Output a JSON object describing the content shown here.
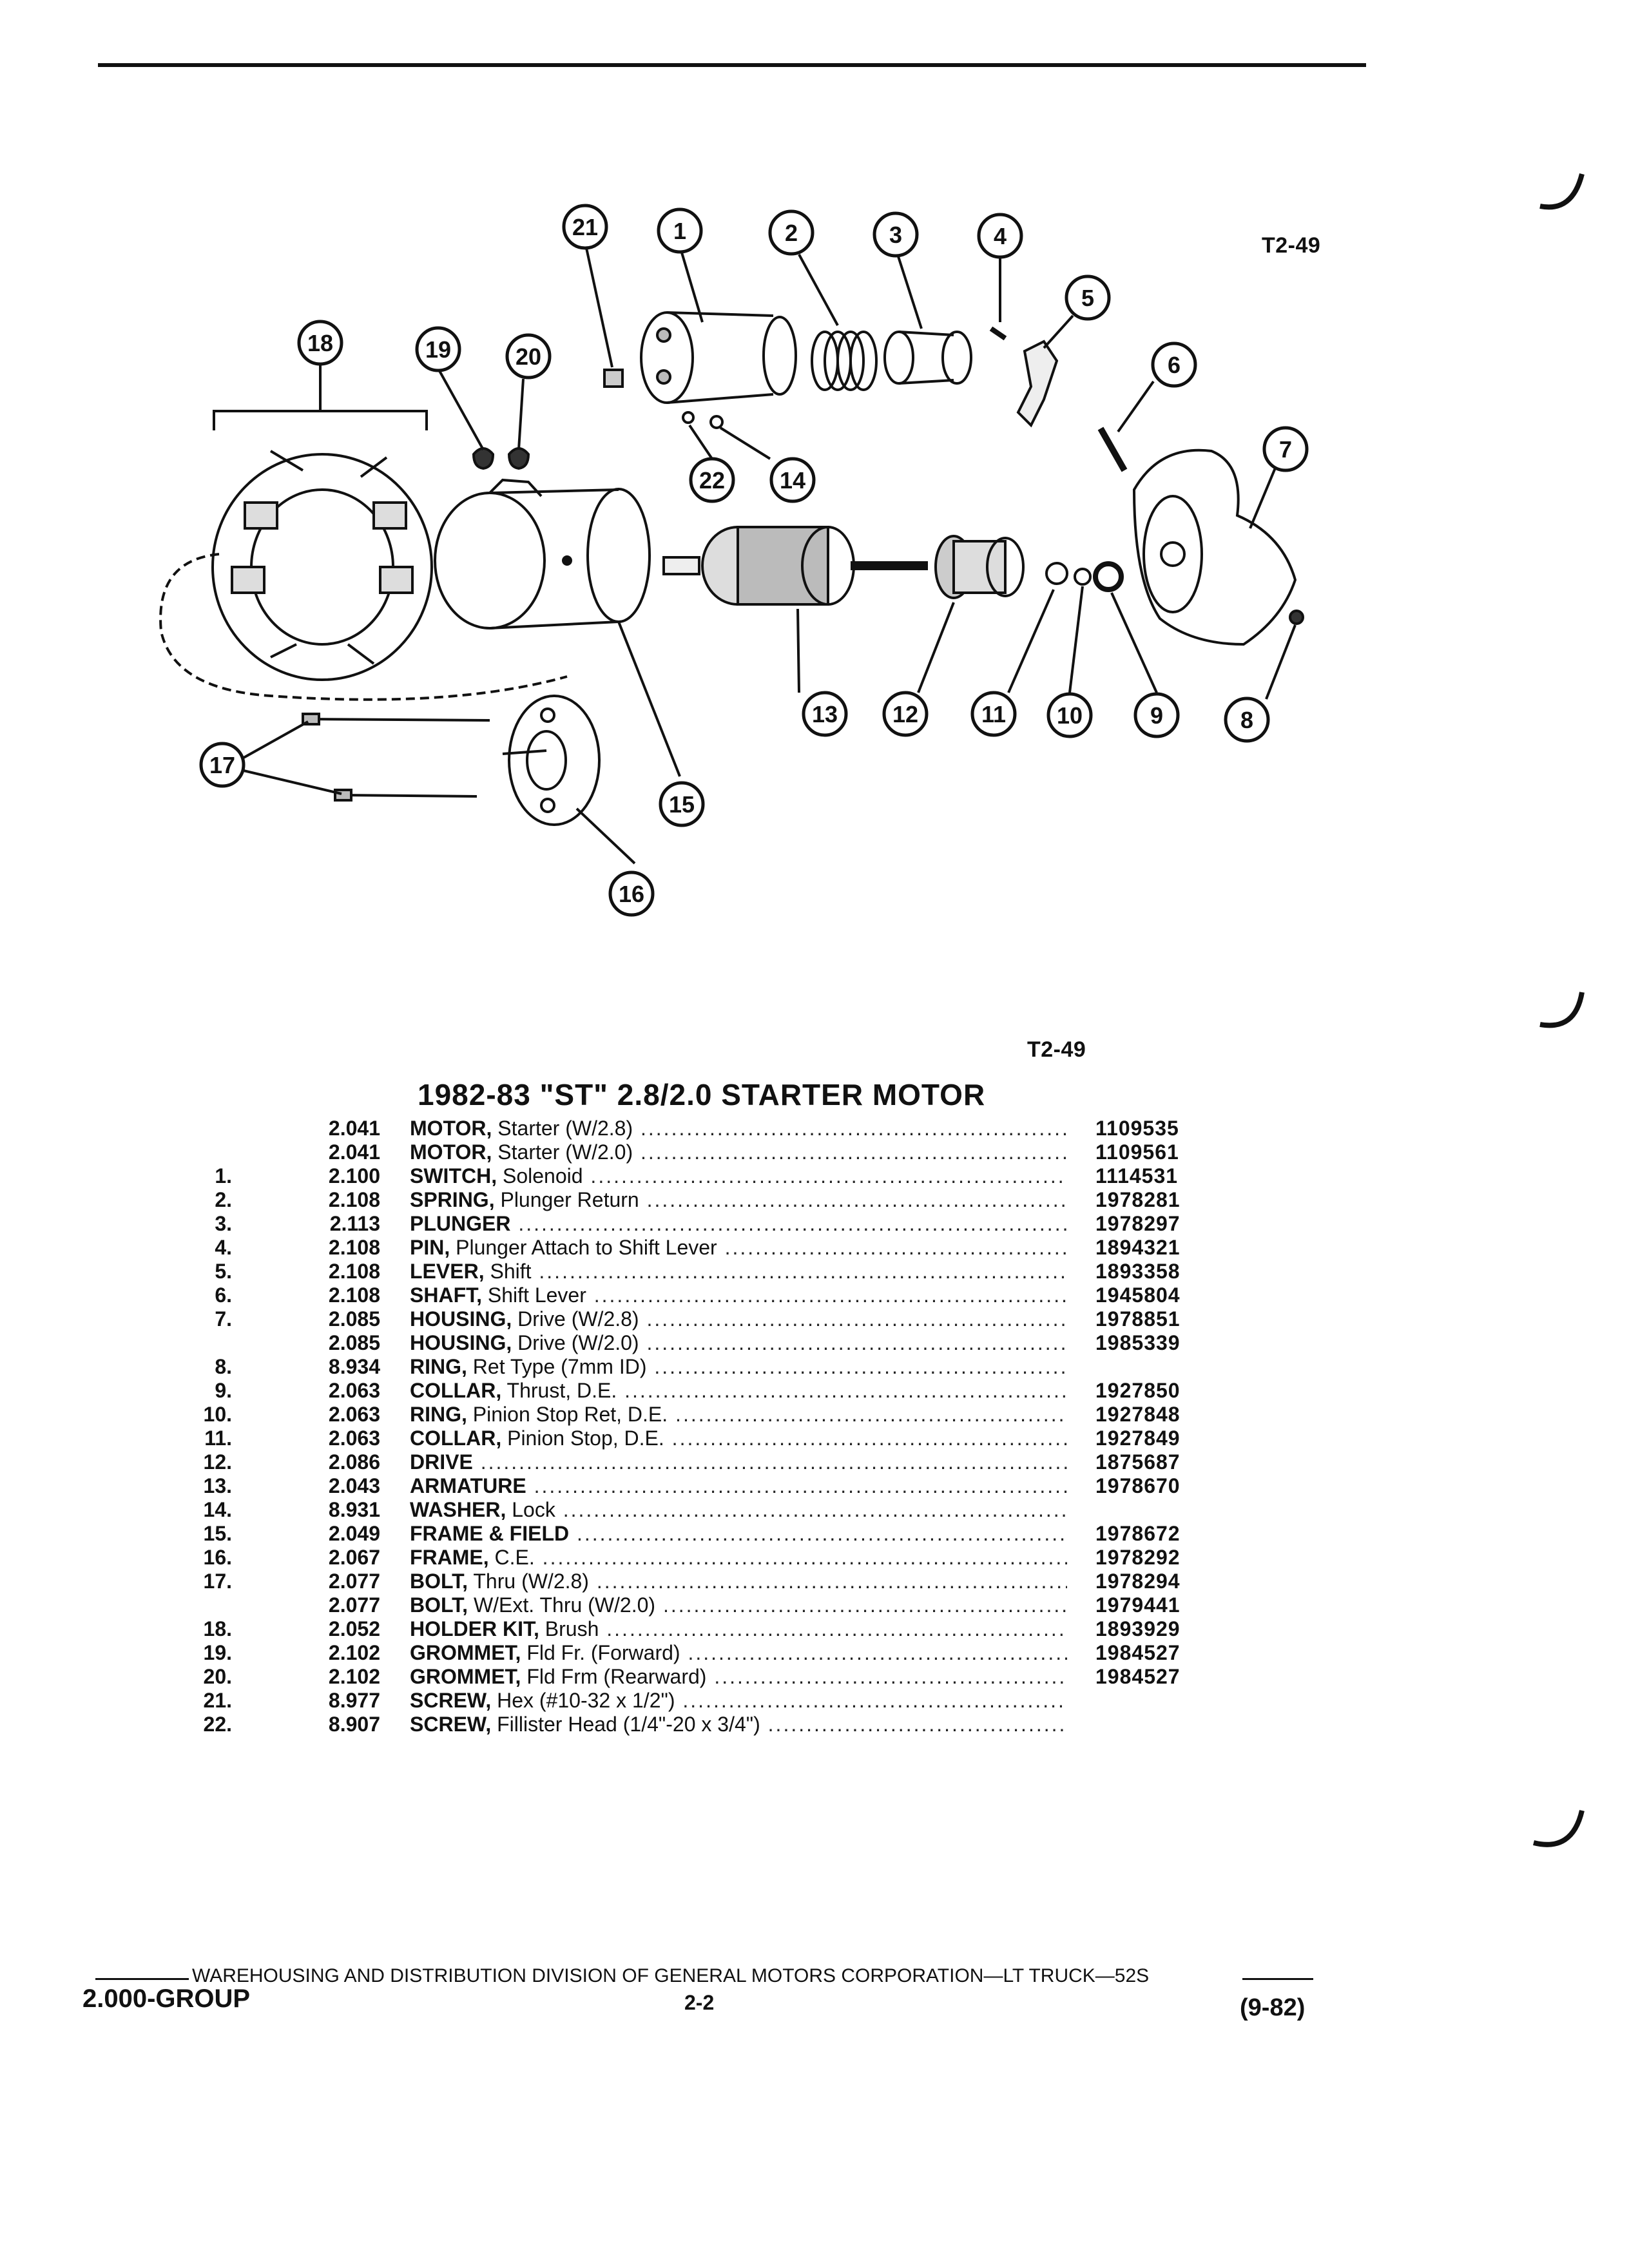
{
  "figure": {
    "ref_top": "T2-49",
    "ref_bottom": "T2-49",
    "callouts": [
      "1",
      "2",
      "3",
      "4",
      "5",
      "6",
      "7",
      "8",
      "9",
      "10",
      "11",
      "12",
      "13",
      "14",
      "15",
      "16",
      "17",
      "18",
      "19",
      "20",
      "21",
      "22"
    ]
  },
  "parts_list": {
    "title": "1982-83 \"ST\" 2.8/2.0 STARTER MOTOR",
    "rows": [
      {
        "ref": "",
        "group": "2.041",
        "name": "MOTOR,",
        "detail": " Starter (W/2.8)",
        "part": "1109535"
      },
      {
        "ref": "",
        "group": "2.041",
        "name": "MOTOR,",
        "detail": " Starter (W/2.0)",
        "part": "1109561"
      },
      {
        "ref": "1.",
        "group": "2.100",
        "name": "SWITCH,",
        "detail": " Solenoid",
        "part": "1114531"
      },
      {
        "ref": "2.",
        "group": "2.108",
        "name": "SPRING,",
        "detail": " Plunger Return",
        "part": "1978281"
      },
      {
        "ref": "3.",
        "group": "2.113",
        "name": "PLUNGER",
        "detail": "",
        "part": "1978297"
      },
      {
        "ref": "4.",
        "group": "2.108",
        "name": "PIN,",
        "detail": " Plunger Attach to Shift Lever",
        "part": "1894321"
      },
      {
        "ref": "5.",
        "group": "2.108",
        "name": "LEVER,",
        "detail": " Shift",
        "part": "1893358"
      },
      {
        "ref": "6.",
        "group": "2.108",
        "name": "SHAFT,",
        "detail": " Shift Lever",
        "part": "1945804"
      },
      {
        "ref": "7.",
        "group": "2.085",
        "name": "HOUSING,",
        "detail": " Drive (W/2.8)",
        "part": "1978851"
      },
      {
        "ref": "",
        "group": "2.085",
        "name": "HOUSING,",
        "detail": " Drive (W/2.0)",
        "part": "1985339"
      },
      {
        "ref": "8.",
        "group": "8.934",
        "name": "RING,",
        "detail": " Ret Type (7mm ID)",
        "part": ""
      },
      {
        "ref": "9.",
        "group": "2.063",
        "name": "COLLAR,",
        "detail": " Thrust, D.E.",
        "part": "1927850"
      },
      {
        "ref": "10.",
        "group": "2.063",
        "name": "RING,",
        "detail": " Pinion Stop Ret, D.E.",
        "part": "1927848"
      },
      {
        "ref": "11.",
        "group": "2.063",
        "name": "COLLAR,",
        "detail": " Pinion Stop, D.E.",
        "part": "1927849"
      },
      {
        "ref": "12.",
        "group": "2.086",
        "name": "DRIVE",
        "detail": "",
        "part": "1875687"
      },
      {
        "ref": "13.",
        "group": "2.043",
        "name": "ARMATURE",
        "detail": "",
        "part": "1978670"
      },
      {
        "ref": "14.",
        "group": "8.931",
        "name": "WASHER,",
        "detail": " Lock",
        "part": ""
      },
      {
        "ref": "15.",
        "group": "2.049",
        "name": "FRAME & FIELD",
        "detail": "",
        "part": "1978672"
      },
      {
        "ref": "16.",
        "group": "2.067",
        "name": "FRAME,",
        "detail": " C.E.",
        "part": "1978292"
      },
      {
        "ref": "17.",
        "group": "2.077",
        "name": "BOLT,",
        "detail": " Thru (W/2.8)",
        "part": "1978294"
      },
      {
        "ref": "",
        "group": "2.077",
        "name": "BOLT,",
        "detail": " W/Ext. Thru (W/2.0)",
        "part": "1979441"
      },
      {
        "ref": "18.",
        "group": "2.052",
        "name": "HOLDER KIT,",
        "detail": " Brush",
        "part": "1893929"
      },
      {
        "ref": "19.",
        "group": "2.102",
        "name": "GROMMET,",
        "detail": " Fld Fr. (Forward)",
        "part": "1984527"
      },
      {
        "ref": "20.",
        "group": "2.102",
        "name": "GROMMET,",
        "detail": " Fld Frm (Rearward)",
        "part": "1984527"
      },
      {
        "ref": "21.",
        "group": "8.977",
        "name": "SCREW,",
        "detail": " Hex (#10-32 x 1/2\")",
        "part": ""
      },
      {
        "ref": "22.",
        "group": "8.907",
        "name": "SCREW,",
        "detail": " Fillister Head (1/4\"-20 x 3/4\")",
        "part": ""
      }
    ]
  },
  "footer": {
    "division": "WAREHOUSING AND DISTRIBUTION DIVISION OF GENERAL MOTORS CORPORATION—LT TRUCK—52S",
    "group": "2.000-GROUP",
    "page": "2-2",
    "date": "(9-82)"
  }
}
